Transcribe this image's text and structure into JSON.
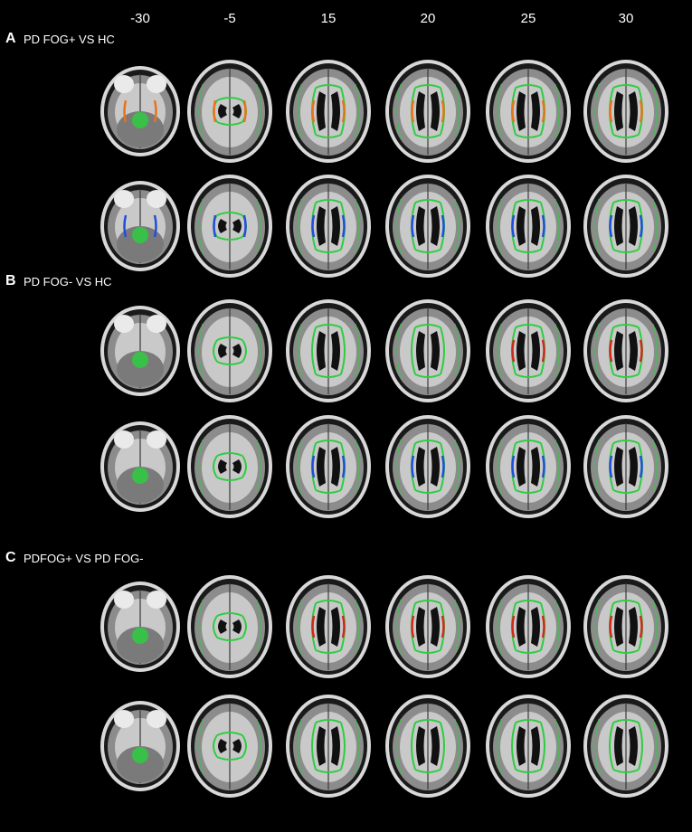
{
  "slice_labels": [
    "-30",
    "-5",
    "15",
    "20",
    "25",
    "30"
  ],
  "panels": [
    {
      "letter": "A",
      "title": "PD FOG+ VS HC"
    },
    {
      "letter": "B",
      "title": "PD FOG- VS HC"
    },
    {
      "letter": "C",
      "title": "PDFOG+ VS PD FOG-"
    }
  ],
  "colors": {
    "background": "#000000",
    "skeleton": "#2ecc40",
    "increase": "#e8731a",
    "increase_strong": "#d0281b",
    "decrease": "#1f4fd8"
  }
}
